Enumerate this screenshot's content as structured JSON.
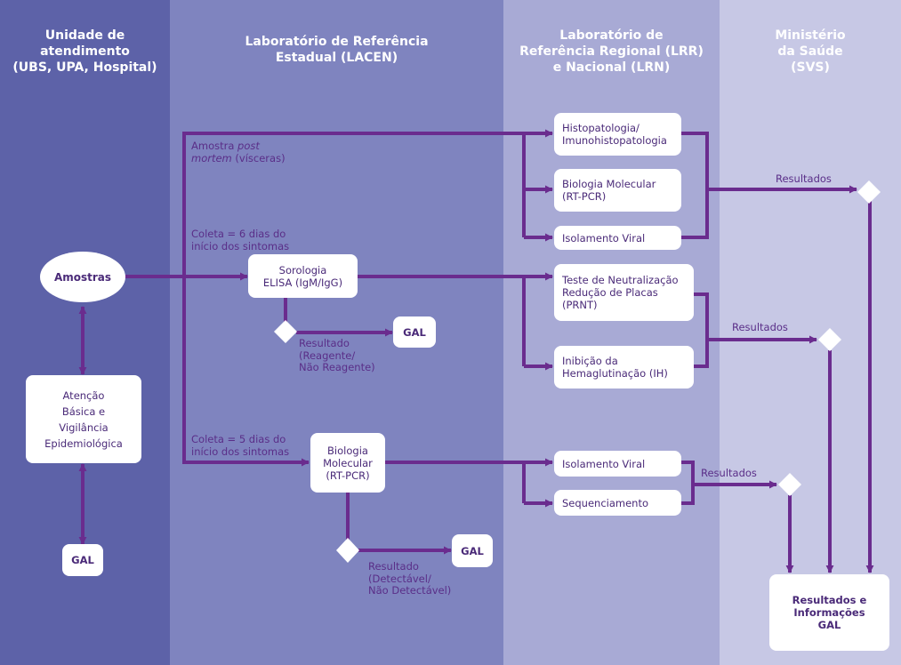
{
  "colors": {
    "col1_bg": "#5d62a8",
    "col2_bg": "#7f84bf",
    "col3_bg": "#a8aad5",
    "col4_bg": "#c7c8e5",
    "line": "#6a2c8e",
    "text": "#4a2a78"
  },
  "columns": [
    {
      "title": "Unidade de\natendimento\n(UBS, UPA, Hospital)"
    },
    {
      "title": "Laboratório de Referência\nEstadual (LACEN)"
    },
    {
      "title": "Laboratório de\nReferência Regional (LRR)\ne Nacional (LRN)"
    },
    {
      "title": "Ministério\nda Saúde\n(SVS)"
    }
  ],
  "nodes": {
    "amostras": "Amostras",
    "atencao": "Atenção\nBásica e\nVigilância\nEpidemiológica",
    "gal_left": "GAL",
    "sorologia": "Sorologia\nELISA (IgM/IgG)",
    "gal_sorologia": "GAL",
    "biomol_lacen": "Biologia\nMolecular\n(RT-PCR)",
    "gal_biomol": "GAL",
    "histo": "Histopatologia/\nImunohistopatologia",
    "biomol_lrr": "Biologia Molecular\n(RT-PCR)",
    "isolamento1": "Isolamento Viral",
    "prnt": "Teste de Neutralização\nRedução de Placas\n(PRNT)",
    "ih": "Inibição da\nHemaglutinação (IH)",
    "isolamento2": "Isolamento Viral",
    "sequenciamento": "Sequenciamento",
    "resultados_final": "Resultados e\nInformações\nGAL"
  },
  "labels": {
    "amostra_post_a": "Amostra ",
    "amostra_post_b": "post\nmortem",
    "amostra_post_c": " (vísceras)",
    "coleta6": "Coleta = 6 dias do\ninício dos sintomas",
    "coleta5": "Coleta = 5 dias do\ninício dos sintomas",
    "resultado_reagente": "Resultado\n(Reagente/\nNão Reagente)",
    "resultado_detectavel": "Resultado\n(Detectável/\nNão Detectável)",
    "resultados1": "Resultados",
    "resultados2": "Resultados",
    "resultados3": "Resultados"
  }
}
